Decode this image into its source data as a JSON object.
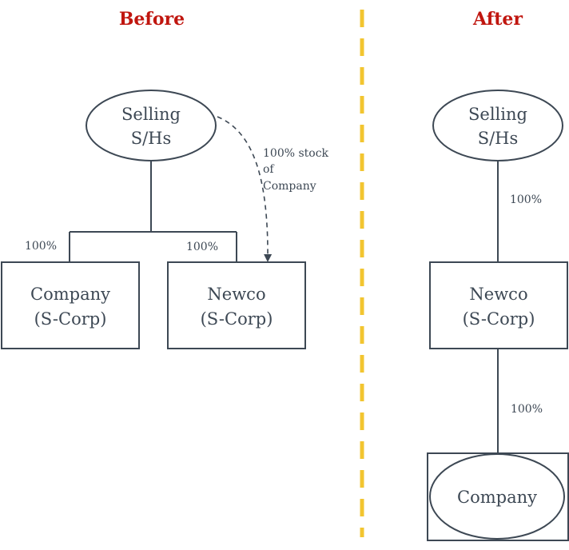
{
  "headings": {
    "before": "Before",
    "after": "After"
  },
  "before": {
    "selling": {
      "line1": "Selling",
      "line2": "S/Hs"
    },
    "company": {
      "line1": "Company",
      "line2": "(S-Corp)"
    },
    "newco": {
      "line1": "Newco",
      "line2": "(S-Corp)"
    },
    "pct_company": "100%",
    "pct_newco": "100%",
    "transfer": {
      "line1": "100% stock",
      "line2": "of",
      "line3": "Company"
    }
  },
  "after": {
    "selling": {
      "line1": "Selling",
      "line2": "S/Hs"
    },
    "pct_newco": "100%",
    "newco": {
      "line1": "Newco",
      "line2": "(S-Corp)"
    },
    "pct_company": "100%",
    "company": {
      "label": "Company"
    }
  },
  "colors": {
    "heading": "#c0160f",
    "ink": "#3d4854",
    "divider": "#f2c530"
  }
}
